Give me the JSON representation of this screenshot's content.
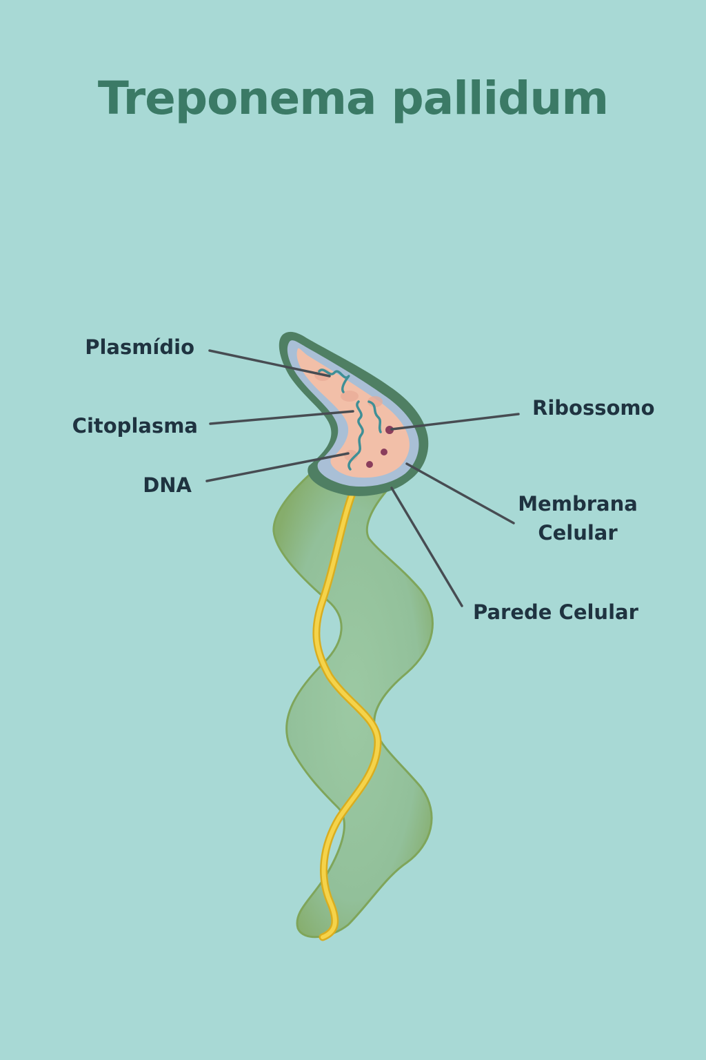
{
  "title": "Treponema pallidum",
  "labels": {
    "plasmidio": "Plasmídio",
    "citoplasma": "Citoplasma",
    "dna": "DNA",
    "ribossomo": "Ribossomo",
    "membrana_line1": "Membrana",
    "membrana_line2": "Celular",
    "parede": "Parede Celular"
  },
  "colors": {
    "background": "#a8d9d5",
    "title": "#3b7a66",
    "cell_wall": "#4f7f63",
    "membrane": "#a9bfd6",
    "cytoplasm": "#f2bfa8",
    "body": "#8fbd97",
    "body_edge": "#7fa55a",
    "flagellum": "#f2c92e",
    "dna": "#3f8f96",
    "ribosome": "#8a3d5c",
    "leader_line": "#474c52",
    "label_text": "#1f3340"
  }
}
